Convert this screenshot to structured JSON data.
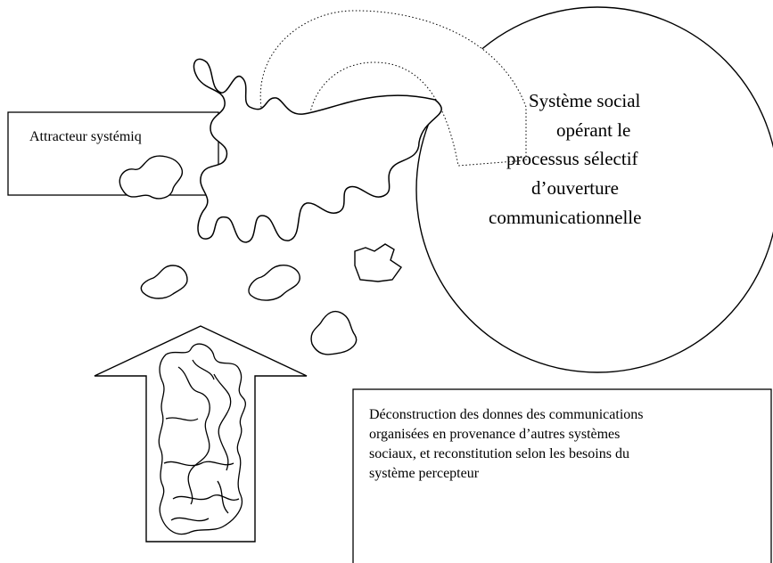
{
  "diagram": {
    "attractor_label": "Attracteur systémiq",
    "social_system_lines": [
      "Système social",
      "opérant le",
      "processus sélectif",
      "d’ouverture",
      "communicationnelle"
    ],
    "deconstruction_lines": [
      "Déconstruction des donnes des communications",
      "organisées en provenance d’autres systèmes",
      "sociaux, et reconstitution selon les besoins du",
      "système percepteur"
    ]
  }
}
